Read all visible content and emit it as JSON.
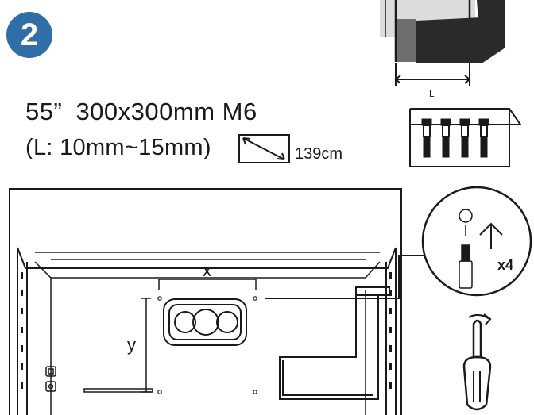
{
  "step": {
    "number": "2"
  },
  "mount": {
    "size": "55”",
    "pattern": "300x300mm",
    "screw": "M6",
    "range_text": "(L: 10mm~15mm)",
    "diagonal": "139cm",
    "length_label": "L"
  },
  "tv_back": {
    "x_label": "x",
    "y_label": "y",
    "screw_count": "x4"
  },
  "colors": {
    "badge": "#2f6ea6",
    "line": "#1a1a1a"
  }
}
